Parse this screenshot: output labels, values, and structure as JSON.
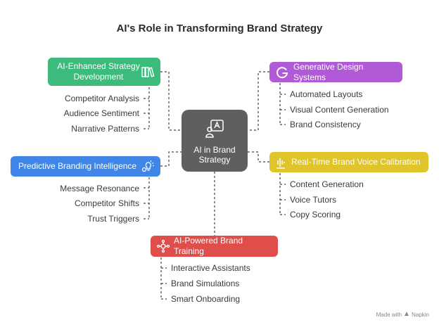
{
  "title": "AI's Role in Transforming Brand Strategy",
  "center": {
    "label": "AI in Brand Strategy",
    "icon": "ai-person-icon"
  },
  "branches": {
    "strategy": {
      "label": "AI-Enhanced Strategy Development",
      "icon": "books-icon",
      "color": "#3dbb7c",
      "items": [
        "Competitor Analysis",
        "Audience Sentiment",
        "Narrative Patterns"
      ]
    },
    "design": {
      "label": "Generative Design Systems",
      "icon": "google-g-icon",
      "color": "#b05ad8",
      "items": [
        "Automated Layouts",
        "Visual Content Generation",
        "Brand Consistency"
      ]
    },
    "predictive": {
      "label": "Predictive Branding Intelligence",
      "icon": "lightbulb-gears-icon",
      "color": "#3f86e8",
      "items": [
        "Message Resonance",
        "Competitor Shifts",
        "Trust Triggers"
      ]
    },
    "voice": {
      "label": "Real-Time Brand Voice Calibration",
      "icon": "voice-signal-icon",
      "color": "#dfc42a",
      "items": [
        "Content Generation",
        "Voice Tutors",
        "Copy Scoring"
      ]
    },
    "training": {
      "label": "AI-Powered Brand Training",
      "icon": "network-brain-icon",
      "color": "#e04e4b",
      "items": [
        "Interactive Assistants",
        "Brand Simulations",
        "Smart Onboarding"
      ]
    }
  },
  "footer": {
    "text": "Made with",
    "brand": "Napkin"
  }
}
